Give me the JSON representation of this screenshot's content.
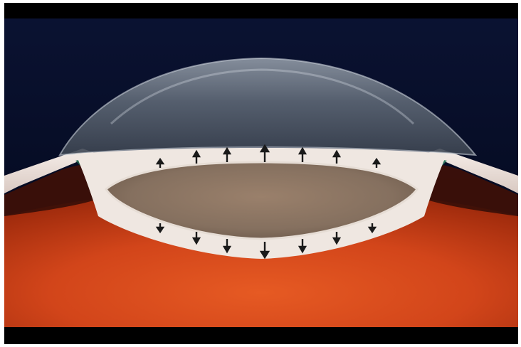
{
  "image": {
    "subject": "lens-capsule-illustration",
    "arrows_up_count": 7,
    "arrows_down_count": 7,
    "colors": {
      "background_top": "#0a1030",
      "background_bottom": "#020614",
      "cornea_dome": "#7b8593",
      "sclera": "#efe4de",
      "iris_dark": "#3a0e06",
      "retina_orange": "#e0501e",
      "lens_fill": "#8a7260",
      "green_band": "#3fae8a",
      "arrow": "#1a1a1a",
      "letterbox": "#000000"
    }
  }
}
